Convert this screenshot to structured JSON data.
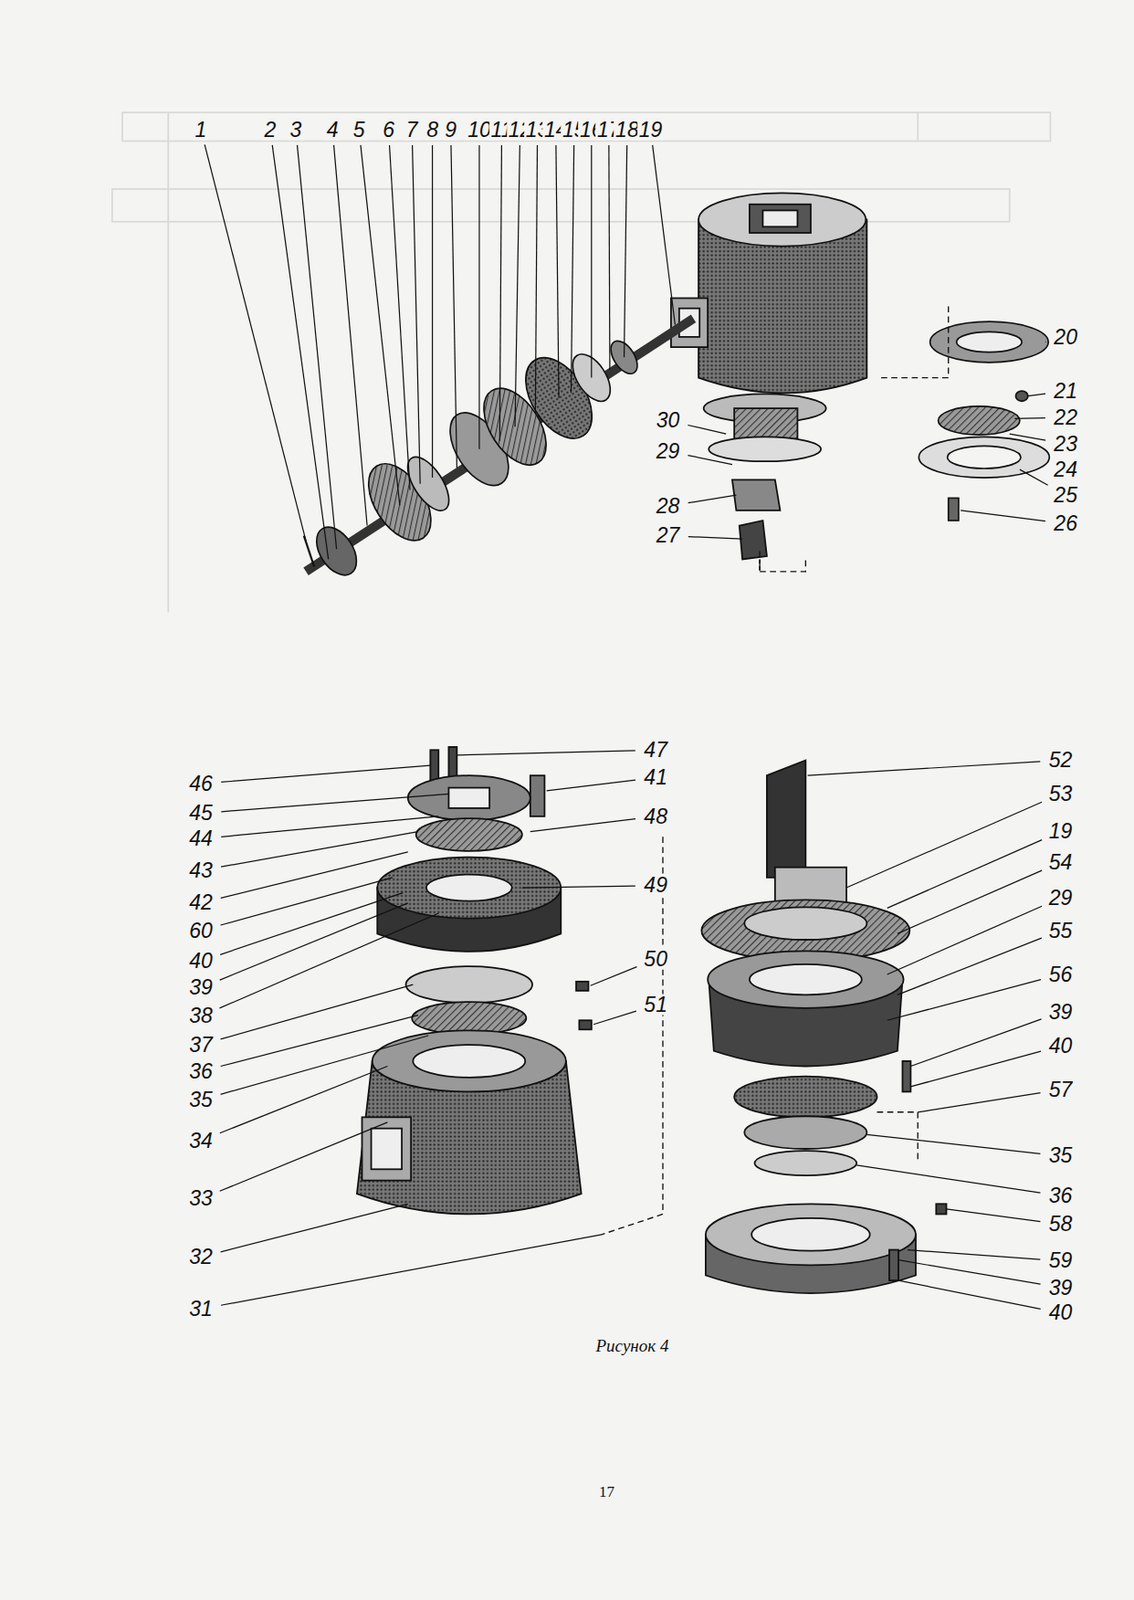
{
  "diagram": {
    "caption": "Рисунок 4",
    "labels": [
      "1",
      "2",
      "3",
      "4",
      "5",
      "6",
      "7",
      "8",
      "9",
      "10",
      "11",
      "12",
      "13",
      "14",
      "15",
      "16",
      "17",
      "18",
      "19",
      "20",
      "21",
      "22",
      "23",
      "24",
      "25",
      "26",
      "30",
      "29",
      "28",
      "27",
      "46",
      "45",
      "44",
      "43",
      "42",
      "60",
      "40",
      "39",
      "38",
      "37",
      "36",
      "35",
      "34",
      "33",
      "32",
      "31",
      "47",
      "41",
      "48",
      "49",
      "50",
      "51",
      "52",
      "53",
      "19",
      "54",
      "29",
      "55",
      "56",
      "39",
      "40",
      "57",
      "35",
      "36",
      "58",
      "59",
      "39",
      "40",
      "17"
    ]
  }
}
